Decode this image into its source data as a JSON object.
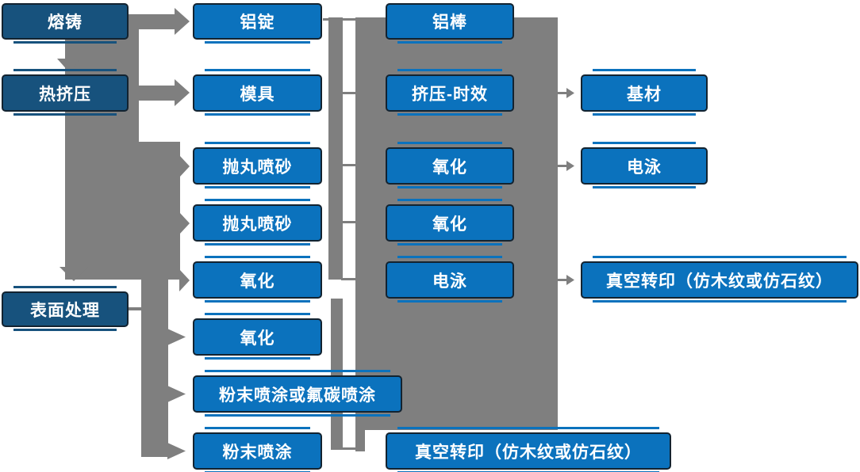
{
  "diagram": {
    "description": "Aluminum profile production process flowchart",
    "colors": {
      "stage_fill": "#17527d",
      "process_fill": "#0b72bd",
      "box_border": "#132330",
      "connector_gray": "#7f7f7f",
      "text": "#ffffff",
      "background": "#ffffff"
    }
  },
  "nodes": [
    {
      "label": "熔铸"
    },
    {
      "label": "热挤压"
    },
    {
      "label": "表面处理"
    },
    {
      "label": "铝锭"
    },
    {
      "label": "模具"
    },
    {
      "label": "抛丸喷砂"
    },
    {
      "label": "抛丸喷砂"
    },
    {
      "label": "氧化"
    },
    {
      "label": "氧化"
    },
    {
      "label": "粉末喷涂或氟碳喷涂"
    },
    {
      "label": "粉末喷涂"
    },
    {
      "label": "铝棒"
    },
    {
      "label": "挤压-时效"
    },
    {
      "label": "氧化"
    },
    {
      "label": "氧化"
    },
    {
      "label": "电泳"
    },
    {
      "label": "真空转印（仿木纹或仿石纹）"
    },
    {
      "label": "基材"
    },
    {
      "label": "电泳"
    },
    {
      "label": "真空转印（仿木纹或仿石纹）"
    }
  ]
}
